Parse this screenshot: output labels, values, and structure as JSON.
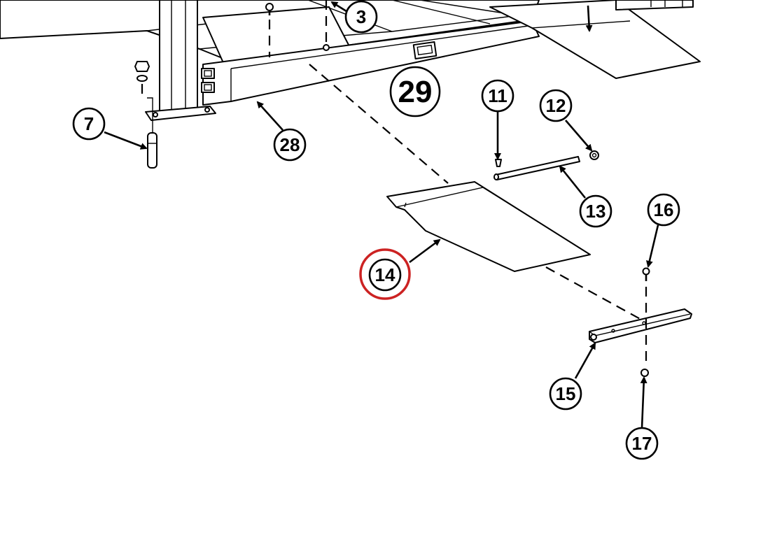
{
  "callouts": {
    "c3": "3",
    "c7": "7",
    "c11": "11",
    "c12": "12",
    "c13": "13",
    "c14": "14",
    "c15": "15",
    "c16": "16",
    "c17": "17",
    "c28": "28",
    "c29": "29"
  },
  "highlighted_callout": "14",
  "colors": {
    "line": "#000000",
    "background": "#ffffff",
    "highlight": "#cc2222"
  }
}
